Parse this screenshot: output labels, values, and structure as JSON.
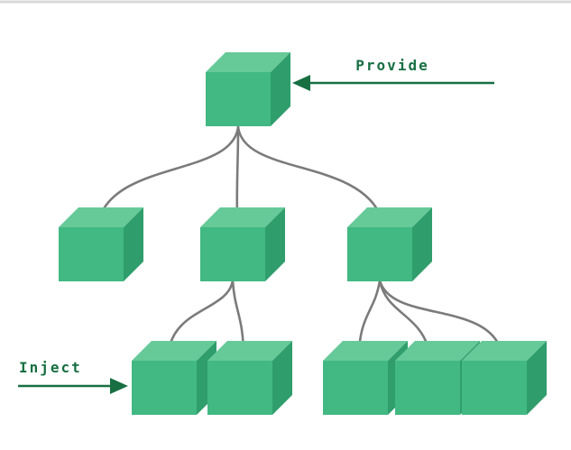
{
  "labels": {
    "provide": "Provide",
    "inject": "Inject"
  },
  "colors": {
    "background": "#ffffff",
    "cube_front": "#42b883",
    "cube_top": "#66c998",
    "cube_side": "#2f9e6c",
    "connector": "#7b7b7b",
    "accent": "#176f42",
    "top_border": "#d8d8d8"
  },
  "diagram": {
    "type": "tree",
    "description": "Provide / Inject component tree: a root component cube provides values, descendant leaf cubes inject them",
    "levels": [
      {
        "name": "root",
        "node_count": 1
      },
      {
        "name": "intermediate",
        "node_count": 3
      },
      {
        "name": "leaves",
        "node_count": 5
      }
    ],
    "edges": [
      "root -> mid-left",
      "root -> mid-center",
      "root -> mid-right",
      "mid-center -> leaf-1",
      "mid-center -> leaf-2",
      "mid-right -> leaf-3",
      "mid-right -> leaf-4",
      "mid-right -> leaf-5"
    ],
    "provide_target": "root",
    "inject_target": "leaf-1"
  }
}
